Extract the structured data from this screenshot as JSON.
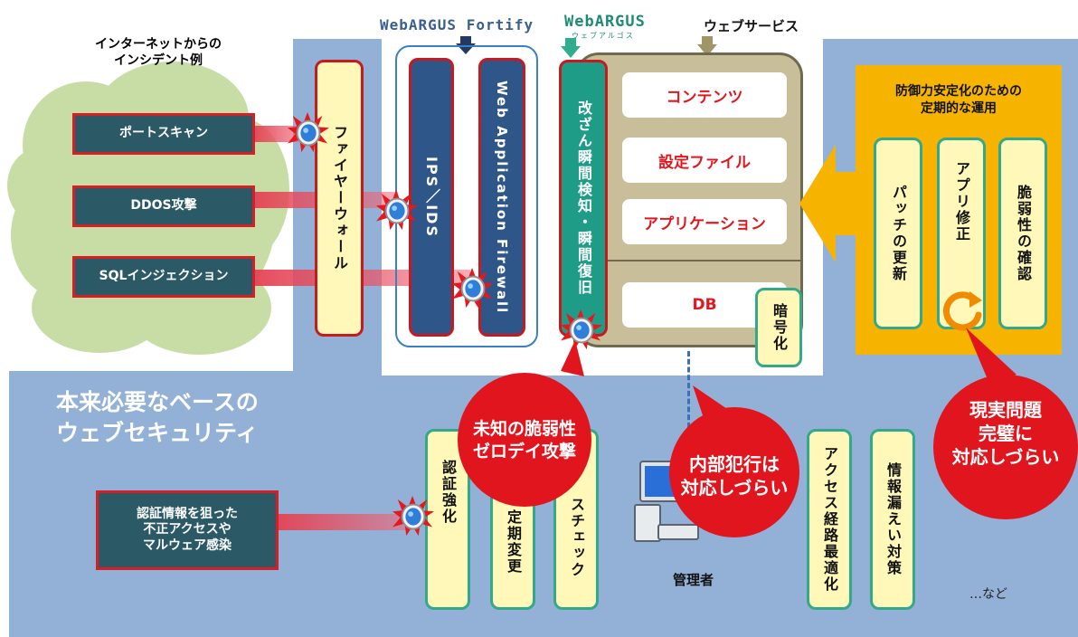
{
  "brand": {
    "fortify": "WebARGUS Fortify",
    "webargus": "WebARGUS",
    "webargus_sub": "ウェブアルゴス",
    "web_service": "ウェブサービス"
  },
  "incidents": {
    "title": "インターネットからの\nインシデント例",
    "items": [
      "ポートスキャン",
      "DDOS攻撃",
      "SQLインジェクション"
    ],
    "auth_attack": "認証情報を狙った\n不正アクセスや\nマルウェア感染"
  },
  "walls": {
    "firewall": "ファイヤーウォール",
    "ips": "IPS／IDS",
    "waf": "Web Application Firewall",
    "tamper": "改ざん瞬間検知・瞬間復旧"
  },
  "service_items": [
    "コンテンツ",
    "設定ファイル",
    "アプリケーション",
    "DB"
  ],
  "encrypt": "暗号化",
  "operations": {
    "title": "防御力安定化のための\n定期的な運用",
    "items": [
      "パッチの更新",
      "アプリ修正",
      "脆弱性の確認"
    ]
  },
  "base": {
    "title": "本来必要なベースの\nウェブセキュリティ",
    "items": [
      "認証強化",
      "定期変更",
      "スチェック",
      "アクセス経路最適化",
      "情報漏えい対策"
    ],
    "admin": "管理者",
    "etc": "…など"
  },
  "bubbles": {
    "zero_day": "未知の脆弱性\nゼロデイ攻撃",
    "insider": "内部犯行は\n対応しづらい",
    "reality": "現実問題\n完璧に\n対応しづらい"
  },
  "colors": {
    "base_blue": "#93b1d6",
    "alert_red": "#e2171e",
    "ops_orange": "#f6b400",
    "attack_teal": "#2b5a66"
  }
}
